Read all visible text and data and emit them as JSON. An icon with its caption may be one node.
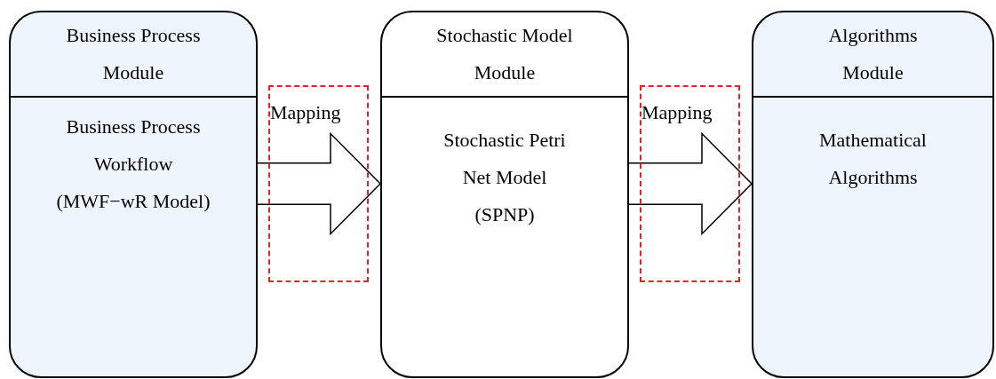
{
  "diagram": {
    "nodes": [
      {
        "text": [
          "Business Process Module",
          "Business Process Workflow (MWF−wR Model)"
        ]
      },
      {
        "text": [
          "Stochastic Model Module",
          "Stochastic Petri Net Model (SPNP)"
        ]
      },
      {
        "text": [
          "Algorithms Module",
          "Mathematical Algorithms"
        ]
      }
    ],
    "edges": [
      {
        "from": 0,
        "to": 1,
        "arrow": "to",
        "label": "Mapping"
      },
      {
        "from": 1,
        "to": 2,
        "arrow": "to",
        "label": "Mapping"
      }
    ]
  }
}
